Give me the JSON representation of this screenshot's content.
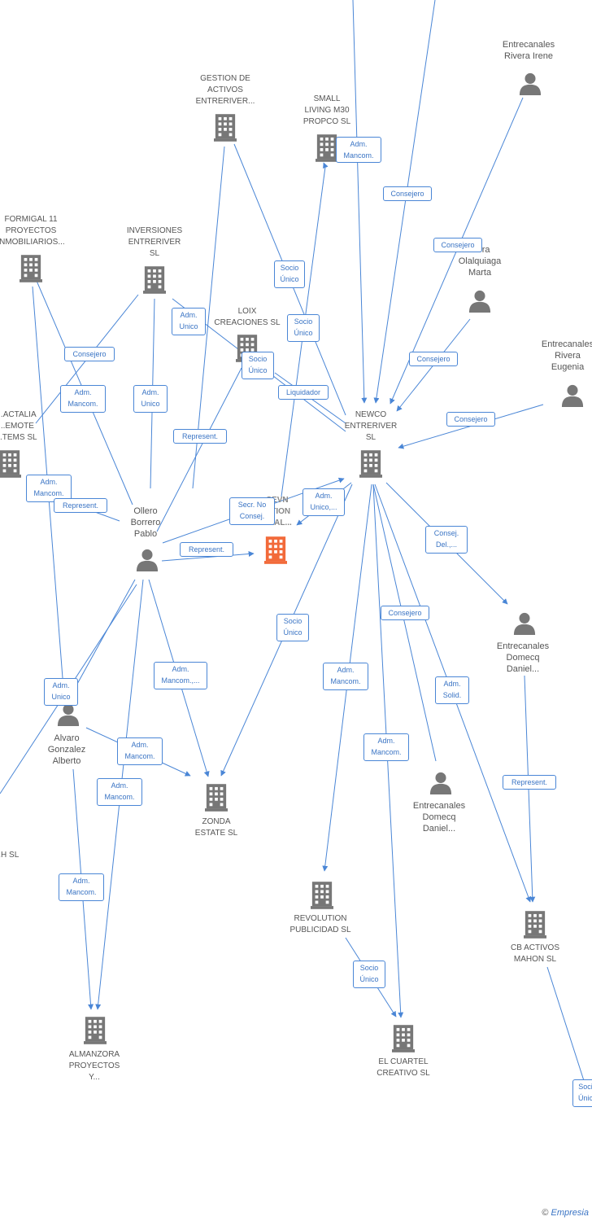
{
  "colors": {
    "edge": "#4a86d6",
    "node_gray": "#777777",
    "node_highlight": "#f26a3a",
    "label_text": "#555555"
  },
  "nodes": [
    {
      "id": "gestion",
      "type": "company",
      "label": "GESTION DE\nACTIVOS\nENTRERIVER..."
    },
    {
      "id": "small",
      "type": "company",
      "label": "SMALL\nLIVING M30\nPROPCO  SL"
    },
    {
      "id": "irene",
      "type": "person",
      "label": "Entrecanales\nRivera Irene"
    },
    {
      "id": "formigal",
      "type": "company",
      "label": "FORMIGAL 11\nPROYECTOS\nINMOBILIARIOS..."
    },
    {
      "id": "inversiones",
      "type": "company",
      "label": "INVERSIONES\nENTRERIVER\nSL"
    },
    {
      "id": "marta",
      "type": "person",
      "label": "...era\nOlalquiaga\nMarta"
    },
    {
      "id": "loix",
      "type": "company",
      "label": "LOIX\nCREACIONES SL"
    },
    {
      "id": "eugenia",
      "type": "person",
      "label": "Entrecanales\nRivera\nEugenia"
    },
    {
      "id": "newco",
      "type": "company",
      "label": "NEWCO\nENTRERIVER\nSL"
    },
    {
      "id": "actalia",
      "type": "company",
      "label": "...ACTALIA\n...EMOTE\n...TEMS SL"
    },
    {
      "id": "sevn",
      "type": "company",
      "highlight": true,
      "label": "SEVN\n...TION\nREAL..."
    },
    {
      "id": "ollero",
      "type": "person",
      "label": "Ollero\nBorrero\nPablo"
    },
    {
      "id": "domecq1",
      "type": "person",
      "label": "Entrecanales\nDomecq\nDaniel..."
    },
    {
      "id": "alvaro",
      "type": "person",
      "label": "Alvaro\nGonzalez\nAlberto"
    },
    {
      "id": "zonda",
      "type": "company",
      "label": "ZONDA\nESTATE  SL"
    },
    {
      "id": "domecq2",
      "type": "person",
      "label": "Entrecanales\nDomecq\nDaniel..."
    },
    {
      "id": "hsl",
      "type": "company",
      "label": "...H SL"
    },
    {
      "id": "revolution",
      "type": "company",
      "label": "REVOLUTION\nPUBLICIDAD SL"
    },
    {
      "id": "cbactivos",
      "type": "company",
      "label": "CB ACTIVOS\nMAHON  SL"
    },
    {
      "id": "elcuartel",
      "type": "company",
      "label": "EL CUARTEL\nCREATIVO SL"
    },
    {
      "id": "almanzora",
      "type": "company",
      "label": "ALMANZORA\nPROYECTOS\nY..."
    }
  ],
  "relations": [
    {
      "id": "r1",
      "label": "Adm.\nMancom."
    },
    {
      "id": "r2",
      "label": "Consejero"
    },
    {
      "id": "r3",
      "label": "Consejero"
    },
    {
      "id": "r4",
      "label": "Socio\nÚnico"
    },
    {
      "id": "r5",
      "label": "Adm.\nUnico"
    },
    {
      "id": "r6",
      "label": "Socio\nÚnico"
    },
    {
      "id": "r7",
      "label": "Consejero"
    },
    {
      "id": "r8",
      "label": "Consejero"
    },
    {
      "id": "r9",
      "label": "Socio\nÚnico"
    },
    {
      "id": "r10",
      "label": "Liquidador"
    },
    {
      "id": "r11",
      "label": "Adm.\nMancom."
    },
    {
      "id": "r12",
      "label": "Adm.\nUnico"
    },
    {
      "id": "r13",
      "label": "Consejero"
    },
    {
      "id": "r14",
      "label": "Represent."
    },
    {
      "id": "r15",
      "label": "Adm.\nMancom."
    },
    {
      "id": "r16",
      "label": "Represent."
    },
    {
      "id": "r17",
      "label": "Secr.  No\nConsej."
    },
    {
      "id": "r18",
      "label": "Adm.\nUnico,..."
    },
    {
      "id": "r19",
      "label": "Represent."
    },
    {
      "id": "r20",
      "label": "Consej.\nDel.,..."
    },
    {
      "id": "r21",
      "label": "Socio\nÚnico"
    },
    {
      "id": "r22",
      "label": "Consejero"
    },
    {
      "id": "r23",
      "label": "Adm.\nMancom.,..."
    },
    {
      "id": "r24",
      "label": "Adm.\nMancom."
    },
    {
      "id": "r25",
      "label": "Adm.\nSolid."
    },
    {
      "id": "r26",
      "label": "Adm.\nUnico"
    },
    {
      "id": "r27",
      "label": "Adm.\nMancom."
    },
    {
      "id": "r28",
      "label": "Adm.\nMancom."
    },
    {
      "id": "r29",
      "label": "Adm.\nMancom."
    },
    {
      "id": "r30",
      "label": "Represent."
    },
    {
      "id": "r31",
      "label": "Adm.\nMancom."
    },
    {
      "id": "r32",
      "label": "Socio\nÚnico"
    },
    {
      "id": "r33",
      "label": "Soci\nÚnic"
    }
  ],
  "watermark": {
    "copyright": "©",
    "brand": "Empresia"
  }
}
